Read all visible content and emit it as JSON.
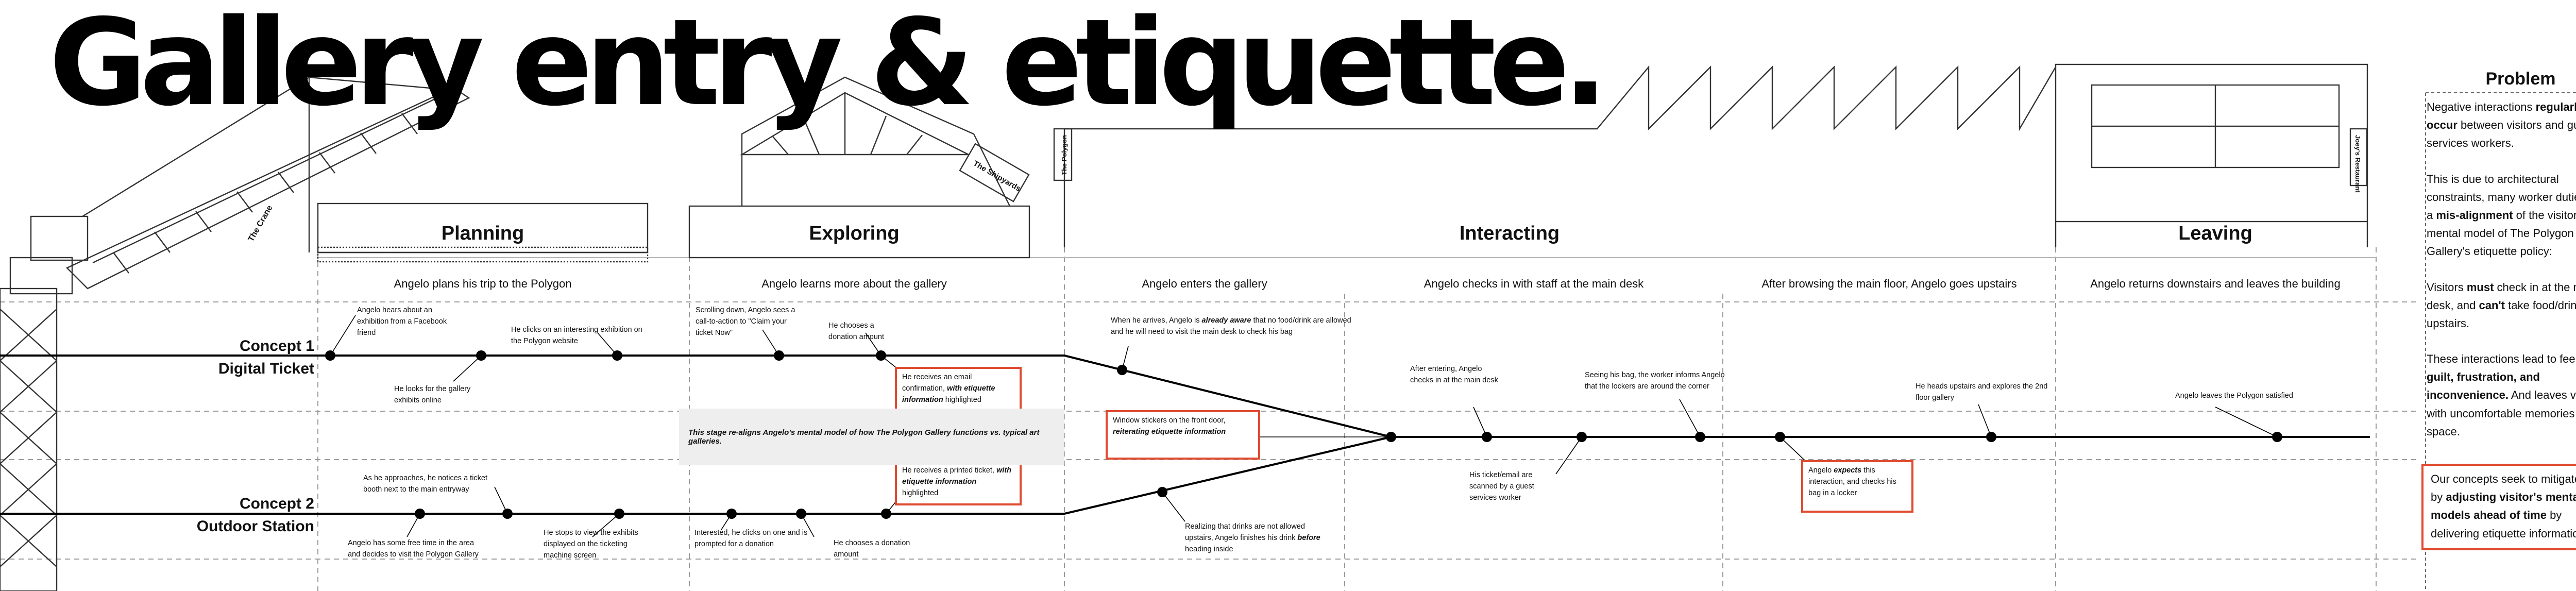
{
  "title": "Gallery entry & etiquette.",
  "building_labels": {
    "crane": "The Crane",
    "shipyards": "The Shipyards",
    "polygon": "The Polygon",
    "restaurant": "Joey's Restaurant"
  },
  "phases": [
    {
      "label": "Planning",
      "sub": "Angelo plans his trip to the Polygon"
    },
    {
      "label": "Exploring",
      "sub": "Angelo learns more about the gallery"
    },
    {
      "label": "Interacting",
      "subs": [
        "Angelo enters the gallery",
        "Angelo checks in with staff at the main desk",
        "After browsing the main floor, Angelo goes upstairs"
      ]
    },
    {
      "label": "Leaving",
      "sub": "Angelo returns downstairs and leaves the building"
    }
  ],
  "concepts": {
    "c1_line1": "Concept 1",
    "c1_line2": "Digital Ticket",
    "c2_line1": "Concept 2",
    "c2_line2": "Outdoor Station"
  },
  "notes": {
    "n1": "Angelo hears about an exhibition from a Facebook friend",
    "n2": "He looks for the gallery exhibits online",
    "n3": "He clicks on an interesting exhibition on the Polygon website",
    "n4": "Scrolling down, Angelo sees a call-to-action to \"Claim your ticket Now\"",
    "n5": "He chooses a donation amount",
    "n6_a": "He receives an email confirmation, ",
    "n6_b": "with etiquette information",
    "n6_c": " highlighted",
    "n7": "As he approaches, he notices a ticket booth next to the main entryway",
    "n8": "Angelo has some free time in the area and decides to visit the Polygon Gallery",
    "n9": "He stops to view the exhibits displayed on the ticketing machine screen",
    "n10": "Interested, he clicks on one and is prompted for a donation",
    "n11": "He chooses a donation amount",
    "n12_a": "He receives a printed ticket, ",
    "n12_b": "with etiquette information",
    "n12_c": " highlighted",
    "n13_a": "When he arrives, Angelo is ",
    "n13_b": "already aware",
    "n13_c": " that no food/drink are allowed and he will need to visit the main desk to check his bag",
    "n14_a": "Window stickers on the front door, ",
    "n14_b": "reiterating etiquette information",
    "n15_a": "Realizing that drinks are not allowed upstairs, Angelo finishes his drink ",
    "n15_b": "before",
    "n15_c": " heading inside",
    "n16": "After entering, Angelo checks in at the main desk",
    "n17": "His ticket/email are scanned by a guest services worker",
    "n18": "Seeing his bag, the worker informs Angelo that the lockers are around the corner",
    "n19_a": "Angelo ",
    "n19_b": "expects",
    "n19_c": " this interaction, and checks his bag in a locker",
    "n20": "He heads upstairs and explores the 2nd floor gallery",
    "n21": "Angelo leaves the Polygon satisfied"
  },
  "callout": "This stage re-aligns Angelo's mental model of how The Polygon Gallery functions vs. typical art galleries.",
  "problem": {
    "title": "Problem",
    "p1_a": "Negative interactions ",
    "p1_b": "regularly occur",
    "p1_c": " between visitors and guest services workers.",
    "p2_a": "This is due to architectural constraints, many worker duties, and a ",
    "p2_b": "mis-alignment",
    "p2_c": " of the visitor's mental model of The Polygon Gallery's etiquette policy:",
    "p3_a": "Visitors ",
    "p3_b": "must",
    "p3_c": " check in at the main desk, and ",
    "p3_d": "can't",
    "p3_e": " take food/drink/bags upstairs.",
    "p4_a": "These interactions lead to feelings of ",
    "p4_b": "guilt, frustration, and inconvenience.",
    "p4_c": " And leaves visitors with uncomfortable memories of the space.",
    "p5_a": "Our concepts seek to mitigate this by ",
    "p5_b": "adjusting visitor's mental models ahead of time",
    "p5_c": " by delivering etiquette information."
  },
  "colors": {
    "accent": "#e04a2f",
    "ink": "#111111",
    "callout_bg": "#eeeeee",
    "grid": "#999999"
  }
}
